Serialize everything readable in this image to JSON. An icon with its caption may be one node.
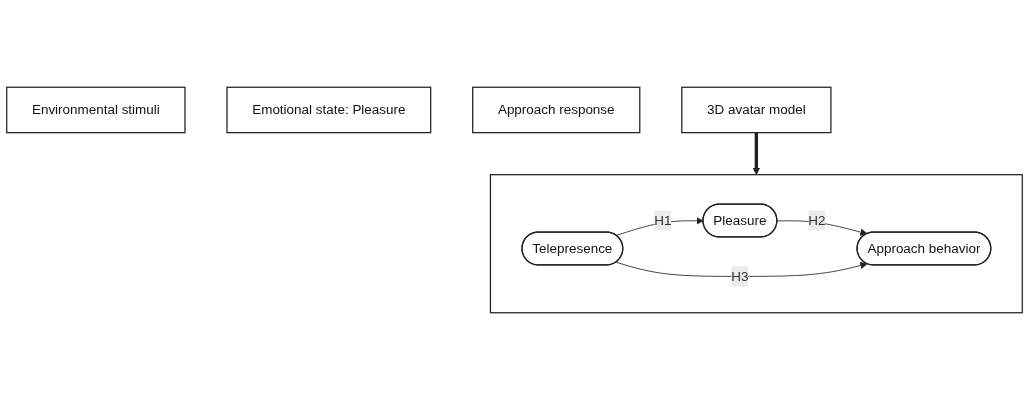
{
  "diagram": {
    "nodes": [
      {
        "text": [
          "Environmental stimuli"
        ]
      },
      {
        "text": [
          "Emotional state: Pleasure"
        ]
      },
      {
        "text": [
          "Approach response"
        ]
      },
      {
        "text": [],
        "shape": "box"
      },
      {
        "text": [
          "Pleasure"
        ],
        "in": 3
      },
      {
        "text": [
          "Telepresence"
        ],
        "in": 3
      },
      {
        "text": [
          "Approach behavior"
        ],
        "in": 3
      },
      {
        "text": [
          "3D avatar model"
        ]
      }
    ],
    "edges": [
      {
        "from": 5,
        "to": 4,
        "arrow": "to",
        "label": "H1"
      },
      {
        "from": 4,
        "to": 6,
        "arrow": "to",
        "label": "H2"
      },
      {
        "from": 5,
        "to": 6,
        "arrow": "to",
        "label": "H3"
      },
      {
        "from": 7,
        "to": 3,
        "arrow": "to",
        "style": "thick"
      }
    ]
  }
}
